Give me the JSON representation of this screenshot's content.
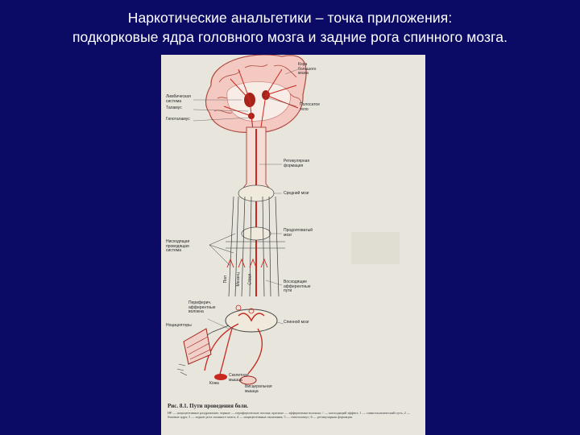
{
  "slide": {
    "title_line1": "Наркотические анальгетики – точка приложения:",
    "title_line2": "подкорковые ядра головного мозга и задние рога спинного мозга."
  },
  "figure": {
    "labels": {
      "cortex": "Кора\nбольшого\nмозга",
      "limbic": "Лимбическая\nсистема",
      "thalamus": "Таламус",
      "hypothalamus": "Гипоталамус",
      "striatum": "Полосатое\nтело",
      "reticular": "Ретикулярная\nформация",
      "midbrain": "Средний мозг",
      "medulla": "Продолговатый\nмозг",
      "ascending": "Восходящие\nафферентные\nпути",
      "descending": "Нисходящая\nпроводящая\nсистема",
      "peripheral": "Периферич.\nафферентные\nволокна",
      "spinal": "Спинной мозг",
      "nociceptors": "Ноцицепторы",
      "muscle": "Скелетная\nмышца",
      "visceral": "Висцеральная\nмышца",
      "skin": "Кожа",
      "tracts": [
        "Пол",
        "Мезэнц",
        "Ствол"
      ]
    },
    "caption_title": "Рис. 8.1. Пути проведения боли.",
    "caption_body": "НР — ноцицептивное раздражение; черные — периферические потоки; красные — эфферентные волокна; ↑ — нисходящий эффект; 1 — спиноталамический путь; 2 — боковые ядра; 3 — задние рога спинного мозга; 4 — ноцицептивные окончания; 5 — гипоталамус; 6 — ретикулярная формация."
  },
  "colors": {
    "background": "#0b0b66",
    "title_text": "#ffffff",
    "figure_paper": "#e7e5dc",
    "pathway_red": "#c8281e",
    "brain_pink": "#f3c9c2"
  }
}
